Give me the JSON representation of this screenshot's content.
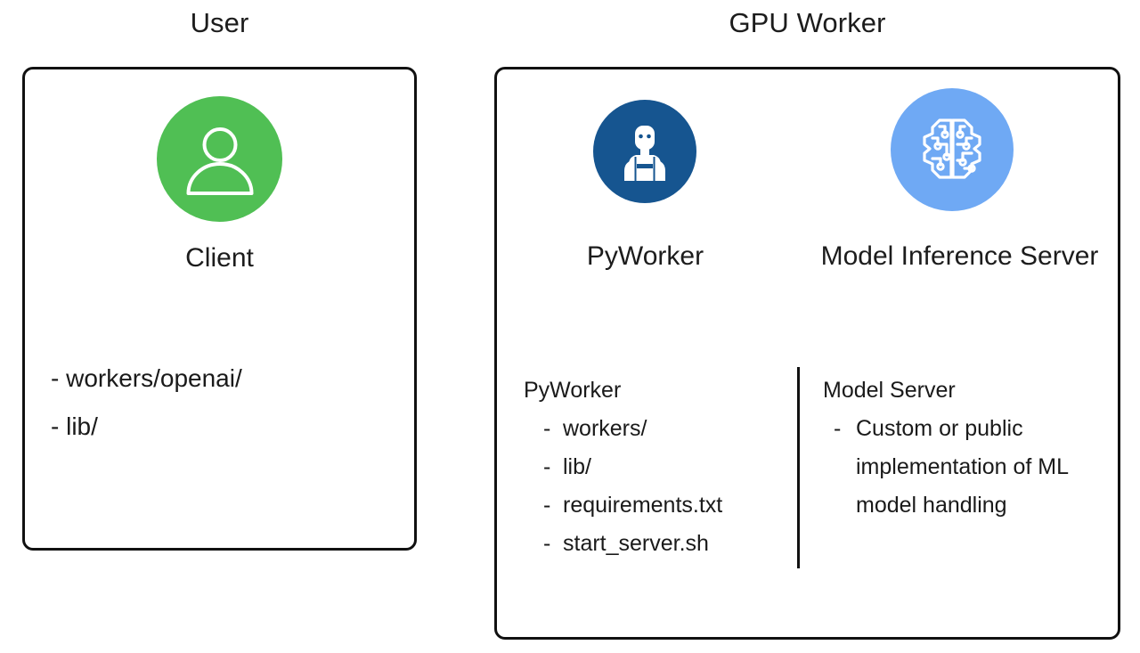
{
  "columns": {
    "user": {
      "title": "User"
    },
    "gpu_worker": {
      "title": "GPU Worker"
    }
  },
  "nodes": {
    "client": {
      "caption": "Client",
      "icon": "person-icon",
      "icon_color": "#50bf54",
      "items": [
        "- workers/openai/",
        "- lib/"
      ]
    },
    "pyworker": {
      "caption": "PyWorker",
      "icon": "worker-robot-icon",
      "icon_color": "#165590"
    },
    "model_inference_server": {
      "caption": "Model Inference Server",
      "icon": "ai-brain-circuit-icon",
      "icon_color": "#6fa9f4"
    }
  },
  "details": {
    "pyworker": {
      "heading": "PyWorker",
      "items": [
        "workers/",
        "lib/",
        "requirements.txt",
        "start_server.sh"
      ]
    },
    "model_server": {
      "heading": "Model Server",
      "items": [
        "Custom or public implementation of ML model handling"
      ]
    },
    "bullet": "-"
  },
  "colors": {
    "client_green": "#50bf54",
    "pyworker_blue": "#165590",
    "model_blue": "#6fa9f4",
    "outline": "#111111",
    "text": "#1a1a1a",
    "background": "#ffffff"
  }
}
